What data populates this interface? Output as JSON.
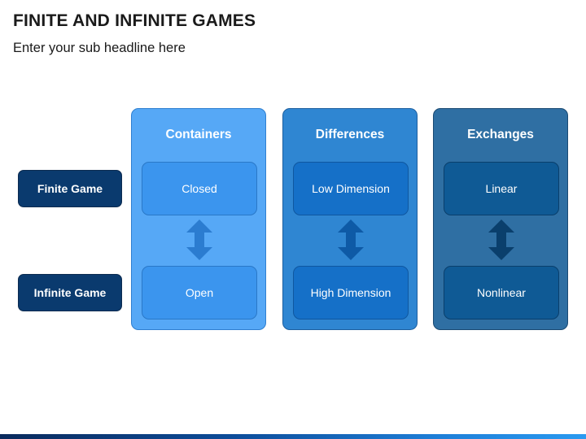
{
  "header": {
    "title": "FINITE AND INFINITE GAMES",
    "subtitle": "Enter your sub headline here"
  },
  "rows": [
    {
      "label": "Finite Game"
    },
    {
      "label": "Infinite Game"
    }
  ],
  "columns": [
    {
      "heading": "Containers",
      "top": "Closed",
      "bottom": "Open",
      "colors": {
        "panel": "#56a8f6",
        "panel_border": "#2f7fd0",
        "cell": "#3b95ee",
        "cell_border": "#2a78c8",
        "arrow": "#2b7cd0"
      }
    },
    {
      "heading": "Differences",
      "top": "Low Dimension",
      "bottom": "High Dimension",
      "colors": {
        "panel": "#2f86d2",
        "panel_border": "#1d5f9f",
        "cell": "#1570c8",
        "cell_border": "#0f57a0",
        "arrow": "#0e5aa6"
      }
    },
    {
      "heading": "Exchanges",
      "top": "Linear",
      "bottom": "Nonlinear",
      "colors": {
        "panel": "#2f6fa3",
        "panel_border": "#1b4a73",
        "cell": "#0f5a95",
        "cell_border": "#0a3f6c",
        "arrow": "#0a3f6c"
      }
    }
  ],
  "colors": {
    "row_label_bg": "#0a3a6e"
  },
  "icons": {
    "connector": "double-headed-vertical-arrow-icon"
  }
}
